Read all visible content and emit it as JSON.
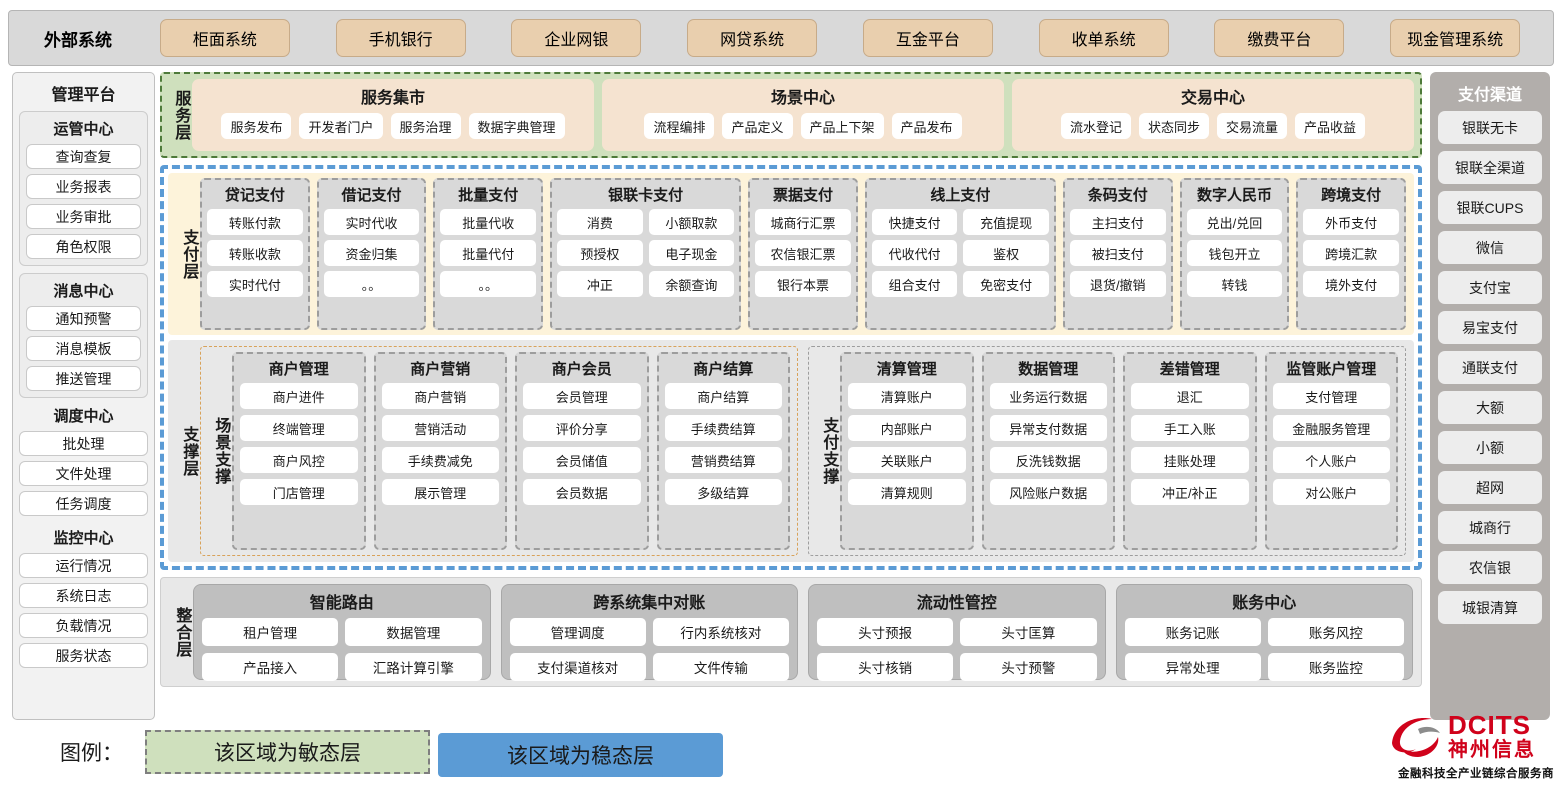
{
  "external": {
    "title": "外部系统",
    "items": [
      "柜面系统",
      "手机银行",
      "企业网银",
      "网贷系统",
      "互金平台",
      "收单系统",
      "缴费平台",
      "现金管理系统"
    ]
  },
  "management": {
    "title": "管理平台",
    "groups": [
      {
        "title": "运管中心",
        "items": [
          "查询查复",
          "业务报表",
          "业务审批",
          "角色权限"
        ]
      },
      {
        "title": "消息中心",
        "items": [
          "通知预警",
          "消息模板",
          "推送管理"
        ]
      },
      {
        "title": "调度中心",
        "items": [
          "批处理",
          "文件处理",
          "任务调度"
        ]
      },
      {
        "title": "监控中心",
        "items": [
          "运行情况",
          "系统日志",
          "负载情况",
          "服务状态"
        ]
      }
    ]
  },
  "service_layer": {
    "label": "服务层",
    "groups": [
      {
        "title": "服务集市",
        "items": [
          "服务发布",
          "开发者门户",
          "服务治理",
          "数据字典管理"
        ]
      },
      {
        "title": "场景中心",
        "items": [
          "流程编排",
          "产品定义",
          "产品上下架",
          "产品发布"
        ]
      },
      {
        "title": "交易中心",
        "items": [
          "流水登记",
          "状态同步",
          "交易流量",
          "产品收益"
        ]
      }
    ]
  },
  "payment_layer": {
    "label": "支付层",
    "columns": [
      {
        "title": "贷记支付",
        "cols": [
          [
            "转账付款",
            "转账收款",
            "实时代付"
          ]
        ]
      },
      {
        "title": "借记支付",
        "cols": [
          [
            "实时代收",
            "资金归集",
            "。。"
          ]
        ]
      },
      {
        "title": "批量支付",
        "cols": [
          [
            "批量代收",
            "批量代付",
            "。。"
          ]
        ]
      },
      {
        "title": "银联卡支付",
        "cols": [
          [
            "消费",
            "预授权",
            "冲正"
          ],
          [
            "小额取款",
            "电子现金",
            "余额查询"
          ]
        ]
      },
      {
        "title": "票据支付",
        "cols": [
          [
            "城商行汇票",
            "农信银汇票",
            "银行本票"
          ]
        ]
      },
      {
        "title": "线上支付",
        "cols": [
          [
            "快捷支付",
            "代收代付",
            "组合支付"
          ],
          [
            "充值提现",
            "鉴权",
            "免密支付"
          ]
        ]
      },
      {
        "title": "条码支付",
        "cols": [
          [
            "主扫支付",
            "被扫支付",
            "退货/撤销"
          ]
        ]
      },
      {
        "title": "数字人民币",
        "cols": [
          [
            "兑出/兑回",
            "钱包开立",
            "转钱"
          ]
        ]
      },
      {
        "title": "跨境支付",
        "cols": [
          [
            "外币支付",
            "跨境汇款",
            "境外支付"
          ]
        ]
      }
    ]
  },
  "support_layer": {
    "label": "支撑层",
    "blocks": [
      {
        "label": "场景支撑",
        "columns": [
          {
            "title": "商户管理",
            "items": [
              "商户进件",
              "终端管理",
              "商户风控",
              "门店管理"
            ]
          },
          {
            "title": "商户营销",
            "items": [
              "商户营销",
              "营销活动",
              "手续费减免",
              "展示管理"
            ]
          },
          {
            "title": "商户会员",
            "items": [
              "会员管理",
              "评价分享",
              "会员储值",
              "会员数据"
            ]
          },
          {
            "title": "商户结算",
            "items": [
              "商户结算",
              "手续费结算",
              "营销费结算",
              "多级结算"
            ]
          }
        ]
      },
      {
        "label": "支付支撑",
        "columns": [
          {
            "title": "清算管理",
            "items": [
              "清算账户",
              "内部账户",
              "关联账户",
              "清算规则"
            ]
          },
          {
            "title": "数据管理",
            "items": [
              "业务运行数据",
              "异常支付数据",
              "反洗钱数据",
              "风险账户数据"
            ]
          },
          {
            "title": "差错管理",
            "items": [
              "退汇",
              "手工入账",
              "挂账处理",
              "冲正/补正"
            ]
          },
          {
            "title": "监管账户管理",
            "items": [
              "支付管理",
              "金融服务管理",
              "个人账户",
              "对公账户"
            ]
          }
        ]
      }
    ]
  },
  "integration_layer": {
    "label": "整合层",
    "groups": [
      {
        "title": "智能路由",
        "items": [
          "租户管理",
          "数据管理",
          "产品接入",
          "汇路计算引擎"
        ]
      },
      {
        "title": "跨系统集中对账",
        "items": [
          "管理调度",
          "行内系统核对",
          "支付渠道核对",
          "文件传输"
        ]
      },
      {
        "title": "流动性管控",
        "items": [
          "头寸预报",
          "头寸匡算",
          "头寸核销",
          "头寸预警"
        ]
      },
      {
        "title": "账务中心",
        "items": [
          "账务记账",
          "账务风控",
          "异常处理",
          "账务监控"
        ]
      }
    ]
  },
  "channels": {
    "title": "支付渠道",
    "items": [
      "银联无卡",
      "银联全渠道",
      "银联CUPS",
      "微信",
      "支付宝",
      "易宝支付",
      "通联支付",
      "大额",
      "小额",
      "超网",
      "城商行",
      "农信银",
      "城银清算"
    ]
  },
  "legend": {
    "label": "图例：",
    "agile": "该区域为敏态层",
    "stable": "该区域为稳态层"
  },
  "logo": {
    "en": "DCITS",
    "cn": "神州信息",
    "tagline": "金融科技全产业链综合服务商"
  },
  "colors": {
    "agile_green": "#cfe0bd",
    "stable_blue": "#5b9bd5",
    "external_item": "#e9cfae",
    "payment_bg": "#fdf3da",
    "channel_bg": "#b2aeab",
    "logo_red": "#d0021b"
  }
}
